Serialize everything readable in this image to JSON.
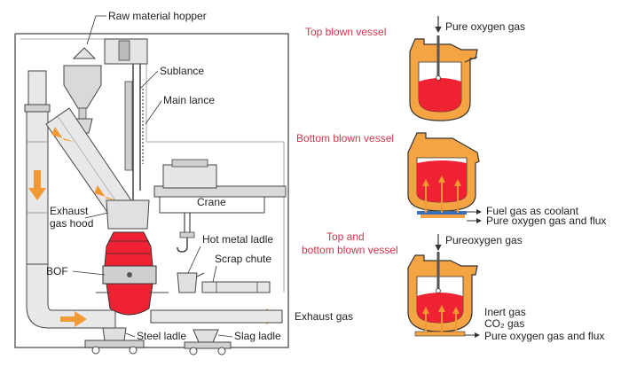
{
  "colors": {
    "molten_steel": "#ee2233",
    "gas_flow_arrow": "#f29933",
    "lining": "#f5a444",
    "equipment_fill": "#d9d9d9",
    "outline": "#333333",
    "title_red": "#d2344c",
    "coolant_line": "#3b6fb5"
  },
  "plant": {
    "labels": {
      "raw_material_hopper": "Raw material hopper",
      "sublance": "Sublance",
      "main_lance": "Main lance",
      "crane": "Crane",
      "exhaust_gas_hood_line1": "Exhaust",
      "exhaust_gas_hood_line2": "gas hood",
      "hot_metal_ladle": "Hot metal ladle",
      "scrap_chute": "Scrap chute",
      "bof": "BOF",
      "exhaust_gas": "Exhaust gas",
      "steel_ladle": "Steel ladle",
      "slag_ladle": "Slag ladle"
    }
  },
  "vessels": {
    "top_blown": {
      "title": "Top blown vessel",
      "gas_label": "Pure oxygen gas"
    },
    "bottom_blown": {
      "title": "Bottom blown vessel",
      "coolant_label": "Fuel gas as coolant",
      "gas_label": "Pure oxygen gas and flux"
    },
    "top_bottom_blown": {
      "title_line1": "Top and",
      "title_line2": "bottom blown vessel",
      "top_gas_label": "Pureoxygen gas",
      "inert_label": "Inert gas",
      "co2_label": "CO₂ gas",
      "bottom_gas_label": "Pure oxygen gas and flux"
    }
  }
}
